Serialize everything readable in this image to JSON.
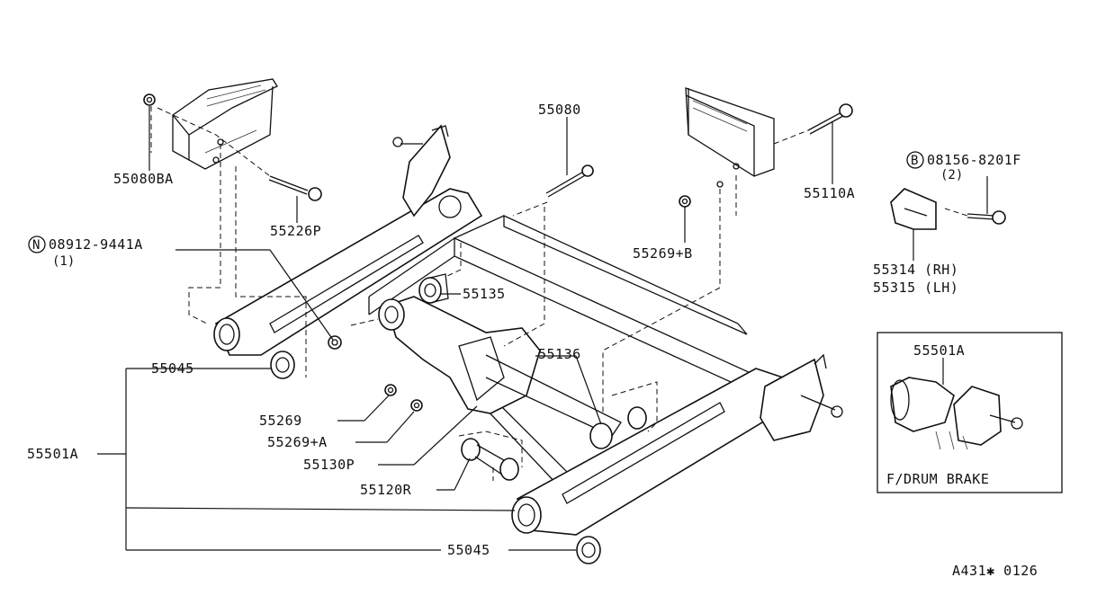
{
  "labels": {
    "p55080": "55080",
    "p55080BA": "55080BA",
    "p55226P": "55226P",
    "p55110A": "55110A",
    "p08156_code": "08156-8201F",
    "p08156_prefix": "B",
    "p08156_qty": "(2)",
    "p08912_code": "08912-9441A",
    "p08912_prefix": "N",
    "p08912_qty": "(1)",
    "p55269B": "55269+B",
    "p55314": "55314 (RH)",
    "p55315": "55315 (LH)",
    "p55135": "55135",
    "p55136": "55136",
    "p55045_top": "55045",
    "p55045_bottom": "55045",
    "p55269": "55269",
    "p55269A": "55269+A",
    "p55130P": "55130P",
    "p55120R": "55120R",
    "p55501A_left": "55501A",
    "p55501A_inset": "55501A",
    "inset_caption": "F/DRUM BRAKE",
    "figure_code": "A431✱ 0126"
  }
}
